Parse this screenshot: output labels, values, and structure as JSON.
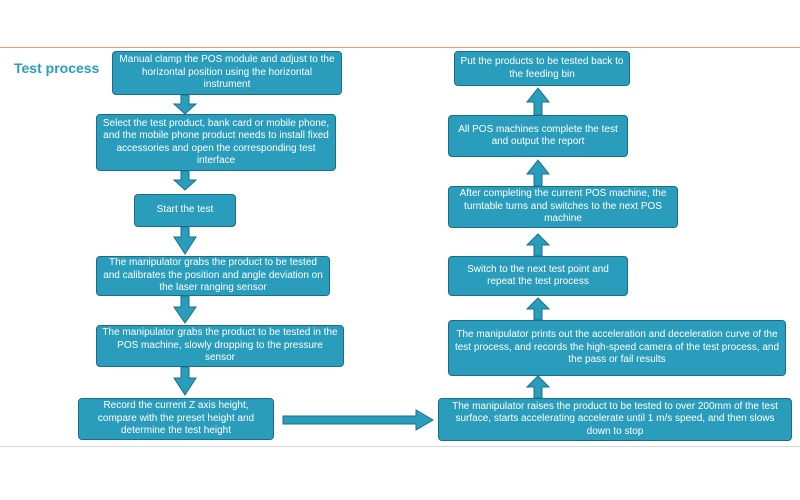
{
  "title": "Test process",
  "colors": {
    "box_fill": "#2a9dbd",
    "box_border": "#1a6f88",
    "title": "#2a9dbd",
    "top_rule": "#e9a07a"
  },
  "left_steps": [
    "Manual clamp the POS module and adjust to the horizontal position using the horizontal instrument",
    "Select the test product, bank card or mobile phone, and the mobile phone product needs to install fixed accessories and open the corresponding test interface",
    "Start the test",
    "The manipulator grabs the product to be tested and calibrates the position and angle deviation on the laser ranging sensor",
    "The manipulator grabs the product to be tested in the POS machine, slowly dropping to the pressure sensor",
    "Record the current Z axis height, compare with the preset height and determine the test height"
  ],
  "right_steps": [
    "The manipulator raises the product to be tested to over 200mm of the test surface, starts accelerating accelerate until 1 m/s speed, and then slows down to stop",
    "The manipulator prints out the acceleration and deceleration curve of the test process, and records the high-speed camera of the test process, and the pass or fail results",
    "Switch to the next test point and repeat the test process",
    "After completing the current POS machine, the turntable turns and switches to the next POS machine",
    "All POS machines complete the test and output the report",
    "Put the products to be tested back to the feeding bin"
  ]
}
